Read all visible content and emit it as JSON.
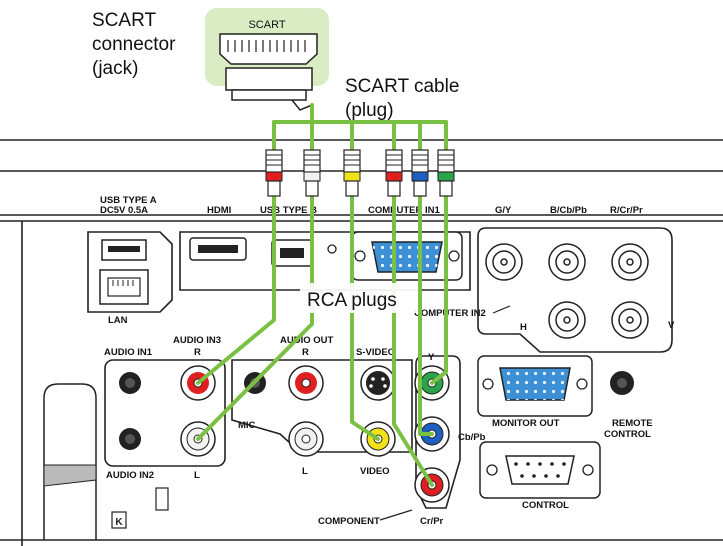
{
  "callouts": {
    "scart_connector_line1": "SCART",
    "scart_connector_line2": "connector",
    "scart_connector_line3": "(jack)",
    "scart_cable_line1": "SCART cable",
    "scart_cable_line2": "(plug)",
    "rca_plugs": "RCA plugs"
  },
  "scart_jack_label": "SCART",
  "ports": {
    "usb_type_a_line1": "USB TYPE A",
    "usb_type_a_line2": "DC5V 0.5A",
    "hdmi": "HDMI",
    "usb_type_b": "USB TYPE B",
    "computer_in1": "COMPUTER IN1",
    "g_y": "G/Y",
    "b_cb_pb": "B/Cb/Pb",
    "r_cr_pr": "R/Cr/Pr",
    "lan": "LAN",
    "computer_in2": "COMPUTER IN2",
    "h": "H",
    "v": "V",
    "audio_in1": "AUDIO IN1",
    "audio_in3": "AUDIO IN3",
    "audio_in3_r": "R",
    "audio_in3_l": "L",
    "audio_out": "AUDIO OUT",
    "audio_out_r": "R",
    "audio_out_l": "L",
    "s_video": "S-VIDEO",
    "y": "Y",
    "cb_pb": "Cb/Pb",
    "cr_pr": "Cr/Pr",
    "mic": "MIC",
    "video": "VIDEO",
    "audio_in2": "AUDIO IN2",
    "component": "COMPONENT",
    "monitor_out": "MONITOR OUT",
    "remote_control_line1": "REMOTE",
    "remote_control_line2": "CONTROL",
    "control": "CONTROL"
  },
  "colors": {
    "cable": "#7ac143",
    "scart_bg": "#d9ecc4",
    "rca_red": "#e02020",
    "rca_white": "#f2f2f2",
    "rca_yellow": "#f2e21a",
    "rca_green": "#2aa34a",
    "rca_blue": "#1f5fbf",
    "vga_blue": "#3d8fd6"
  }
}
